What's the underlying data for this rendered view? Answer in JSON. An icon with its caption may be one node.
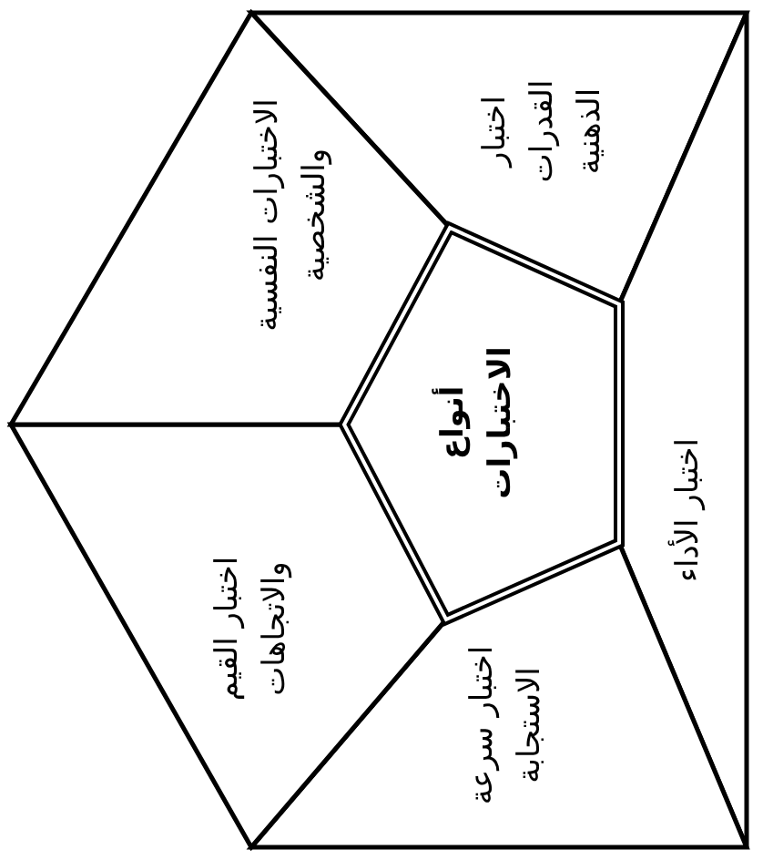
{
  "diagram": {
    "nodes": [
      {
        "text": [
          "أنواع الاختبارات"
        ]
      },
      {
        "text": [
          "اختبار القدرات الذهنية"
        ]
      },
      {
        "text": [
          "اختبار الأداء"
        ]
      },
      {
        "text": [
          "اختبار سرعة الاستجابة"
        ]
      },
      {
        "text": [
          "اختبار القيم والاتجاهات"
        ]
      },
      {
        "text": [
          "الاختبارات النفسية والشخصية"
        ]
      }
    ]
  }
}
